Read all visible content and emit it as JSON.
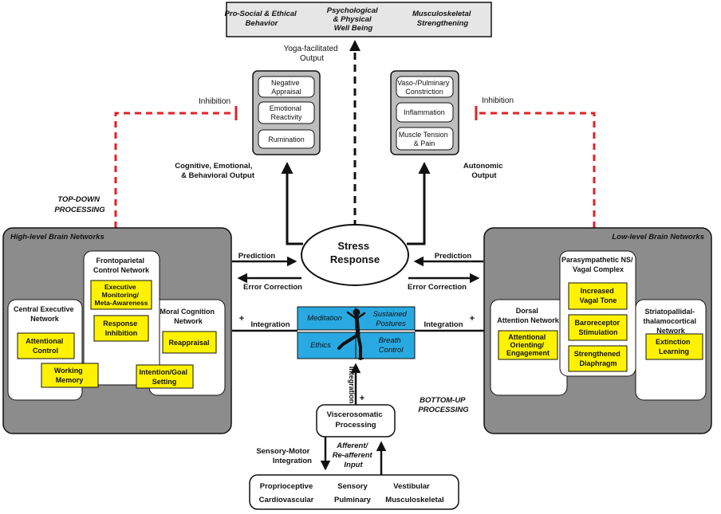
{
  "outcomes": {
    "prosocial": [
      "Pro-Social & Ethical",
      "Behavior"
    ],
    "wellbeing": [
      "Psychological",
      "& Physical",
      "Well Being"
    ],
    "musculo": [
      "Musculoskeletal",
      "Strengthening"
    ]
  },
  "yoga_output": [
    "Yoga-facilitated",
    "Output"
  ],
  "inhibition_left": "Inhibition",
  "inhibition_right": "Inhibition",
  "cognitive": {
    "items": [
      [
        "Negative",
        "Appraisal"
      ],
      [
        "Emotional",
        "Reactivity"
      ],
      [
        "Rumination"
      ]
    ],
    "label": [
      "Cognitive, Emotional,",
      "& Behavioral Output"
    ]
  },
  "autonomic": {
    "items": [
      [
        "Vaso-/Pulminary",
        "Constriction"
      ],
      [
        "Inflammation"
      ],
      [
        "Muscle Tension",
        "& Pain"
      ]
    ],
    "label": [
      "Autonomic",
      "Output"
    ]
  },
  "top_down": [
    "TOP-DOWN",
    "PROCESSING"
  ],
  "bottom_up": [
    "BOTTOM-UP",
    "PROCESSING"
  ],
  "stress": [
    "Stress",
    "Response"
  ],
  "prediction_left": "Prediction",
  "prediction_right": "Prediction",
  "error_left": "Error Correction",
  "error_right": "Error Correction",
  "integration_left": "Integration",
  "integration_right": "Integration",
  "integration_vertical": "Integration",
  "plus": "+",
  "high": {
    "title": "High-level Brain Networks",
    "frontoparietal": {
      "title": [
        "Frontoparietal",
        "Control Network"
      ],
      "items": [
        [
          "Executive",
          "Monitoring/",
          "Meta-Awareness"
        ],
        [
          "Response",
          "Inhibition"
        ]
      ]
    },
    "central": {
      "title": [
        "Central Executive",
        "Network"
      ],
      "items": [
        [
          "Attentional",
          "Control"
        ]
      ]
    },
    "moral": {
      "title": [
        "Moral Cognition",
        "Network"
      ],
      "items": [
        [
          "Reappraisal"
        ]
      ]
    },
    "working_memory": [
      "Working",
      "Memory"
    ],
    "intention": [
      "Intention/Goal",
      "Setting"
    ]
  },
  "low": {
    "title": "Low-level Brain Networks",
    "parasympathetic": {
      "title": [
        "Parasympathetic NS/",
        "Vagal Complex"
      ],
      "items": [
        [
          "Increased",
          "Vagal Tone"
        ],
        [
          "Baroreceptor",
          "Stimulation"
        ],
        [
          "Strengthened",
          "Diaphragm"
        ]
      ]
    },
    "dorsal": {
      "title": [
        "Dorsal",
        "Attention Network"
      ],
      "items": [
        [
          "Attentional",
          "Orienting/",
          "Engagement"
        ]
      ]
    },
    "striato": {
      "title": [
        "Striatopallidal-",
        "thalamocortical",
        "Network"
      ],
      "items": [
        [
          "Extinction",
          "Learning"
        ]
      ]
    }
  },
  "yoga": {
    "meditation": "Meditation",
    "postures": [
      "Sustained",
      "Postures"
    ],
    "ethics": "Ethics",
    "breath": [
      "Breath",
      "Control"
    ]
  },
  "viscero": [
    "Viscerosomatic",
    "Processing"
  ],
  "sensory_motor": [
    "Sensory-Motor",
    "Integration"
  ],
  "afferent": [
    "Afferent/",
    "Re-afferent",
    "Input"
  ],
  "inputs": {
    "row1": [
      "Proprioceptive",
      "Sensory",
      "Vestibular"
    ],
    "row2": [
      "Cardiovascular",
      "Pulminary",
      "Musculoskeletal"
    ]
  },
  "colors": {
    "panel": "#8c8c8c",
    "gray_box": "#bdbdbd",
    "yellow": "#fff200",
    "blue": "#29a9e1",
    "red": "#e02026",
    "outcome_fill": "#e6e6e6"
  }
}
